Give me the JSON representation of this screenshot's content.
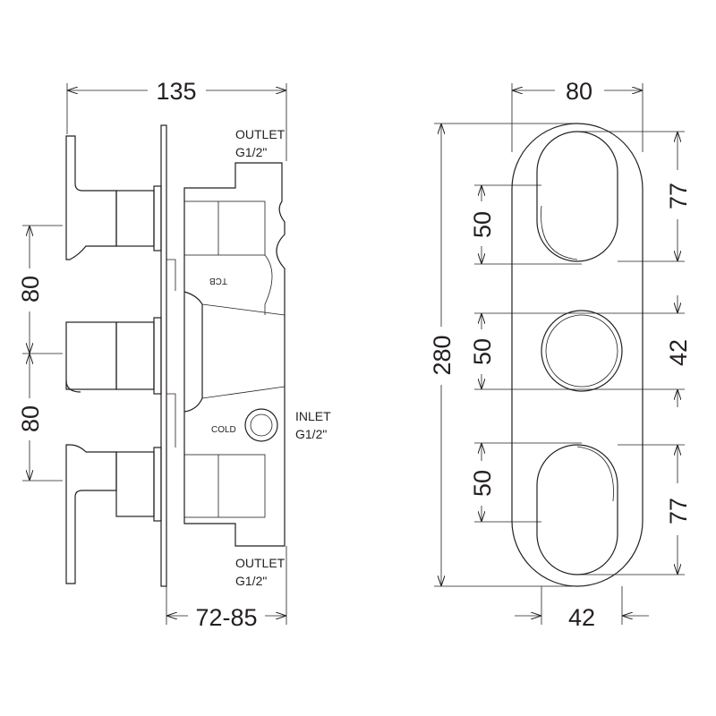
{
  "side_view": {
    "width_dim": "135",
    "spacing_top_dim": "80",
    "spacing_bottom_dim": "80",
    "depth_dim": "72-85",
    "outlet_top": {
      "line1": "OUTLET",
      "line2": "G1/2\""
    },
    "outlet_bottom": {
      "line1": "OUTLET",
      "line2": "G1/2\""
    },
    "inlet": {
      "line1": "INLET",
      "line2": "G1/2\""
    },
    "body_mark": "TCB",
    "cold_mark": "COLD"
  },
  "front_view": {
    "width_dim": "80",
    "height_dim": "280",
    "top_handle_width": "50",
    "top_handle_height": "77",
    "middle_knob_width": "50",
    "middle_knob_height": "42",
    "bottom_handle_width": "50",
    "bottom_handle_height": "77",
    "bottom_dim": "42"
  },
  "colors": {
    "line": "#231f20",
    "background": "#ffffff"
  }
}
